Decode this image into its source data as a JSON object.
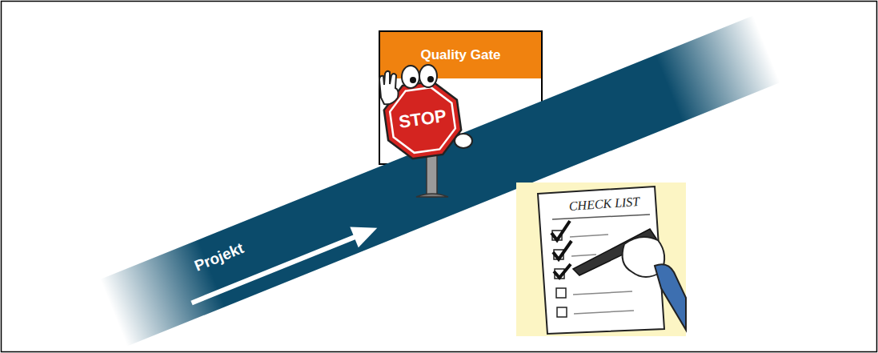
{
  "diagram": {
    "nodes": [
      {
        "text": [
          "Quality Gate"
        ]
      },
      {
        "text": [
          "Projekt"
        ]
      }
    ],
    "labels": [
      "STOP",
      "CHECK LIST"
    ]
  }
}
